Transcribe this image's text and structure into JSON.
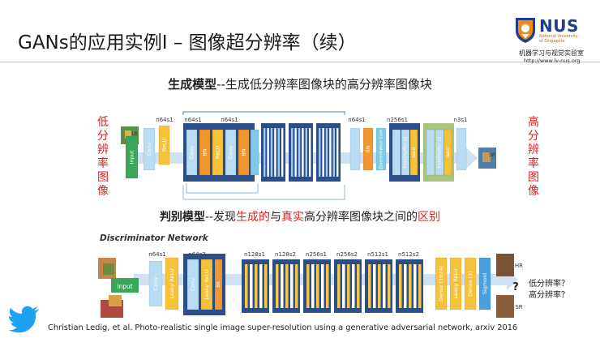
{
  "slide": {
    "title": "GANs的应用实例I – 图像超分辨率（续）",
    "citation": "Christian Ledig, et al. Photo-realistic single image super-resolution using a generative adversarial network, arxiv 2016"
  },
  "logo": {
    "name": "NUS",
    "line1": "National University",
    "line2": "of Singapore",
    "lab": "机器学习与视觉实验室",
    "url": "http://www.lv-nus.org"
  },
  "generator": {
    "heading_bold": "生成模型",
    "heading_rest": "--生成低分辨率图像块的高分辨率图像块",
    "left_label": [
      "低",
      "分",
      "辨",
      "率",
      "图",
      "像"
    ],
    "right_label": [
      "高",
      "分",
      "辨",
      "率",
      "图",
      "像"
    ],
    "img_in": "LR",
    "img_out": "SR",
    "block_labels": {
      "input": "Input",
      "conv": "Conv",
      "relu": "ReLU",
      "bn": "BN",
      "sum": "Elementwise Sum",
      "pixelshuffler": "PixelShuffler x2"
    },
    "top_labels": [
      "n64s1",
      "n64s1",
      "n64s1",
      "n64s1",
      "n256s1",
      "n3s1"
    ]
  },
  "discriminator": {
    "heading_bold": "判别模型",
    "heading_part1": "--发现",
    "heading_red1": "生成的",
    "heading_part2": "与",
    "heading_red2": "真实",
    "heading_part3": "高分辨率图像块之间的",
    "heading_red3": "区别",
    "title": "Discriminator Network",
    "input_label": "Input",
    "block_labels": {
      "conv": "Conv",
      "leaky": "Leaky ReLU",
      "bn": "BN",
      "dense1024": "Dense (1024)",
      "dense1": "Dense (1)",
      "sigmoid": "Sigmoid"
    },
    "top_labels": [
      "n64s1",
      "n64s2",
      "n128s1",
      "n128s2",
      "n256s1",
      "n256s2",
      "n512s1",
      "n512s2"
    ],
    "out_hr": "HR",
    "out_sr": "SR",
    "out_q": "?",
    "question1": "低分辨率？",
    "question2": "高分辨率？"
  },
  "colors": {
    "conv": "#b7dcf3",
    "relu": "#f5c23a",
    "bn": "#f0972f",
    "sum": "#7ec9e6",
    "pixelshuffler": "#b7dcf3",
    "input": "#3aa55b",
    "dense": "#f5c23a",
    "sigmoid": "#4a9fe0",
    "block_bg": "#2b4f86",
    "red": "#e02020",
    "arrow": "#8fb7dc",
    "twitter": "#1da1f2"
  },
  "icons": {
    "logo": "nus-crest-icon",
    "bird": "twitter-bird-icon"
  }
}
